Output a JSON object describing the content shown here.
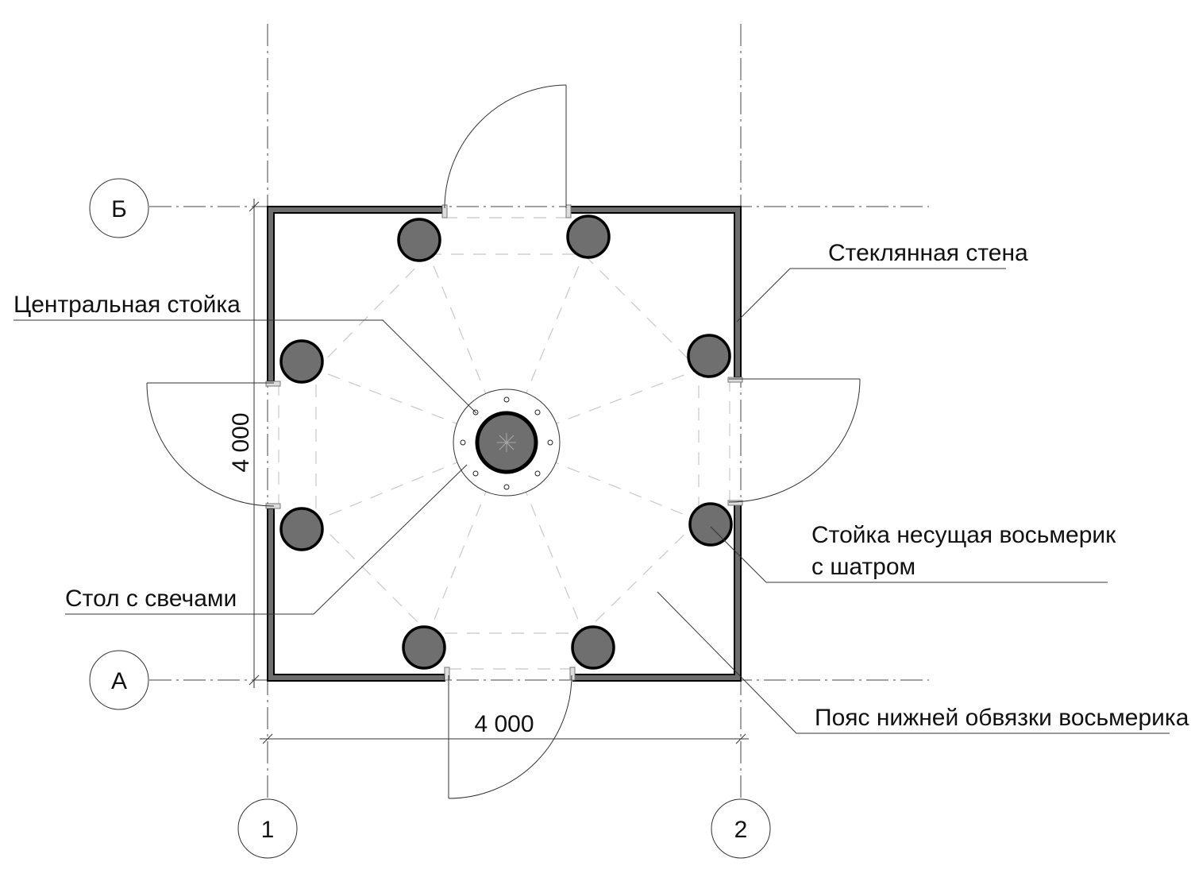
{
  "grid_axes": {
    "rows": [
      "Б",
      "А"
    ],
    "columns": [
      "1",
      "2"
    ]
  },
  "dimensions": {
    "width": "4 000",
    "height": "4 000"
  },
  "labels": {
    "glass_wall": "Стеклянная стена",
    "central_post": "Центральная стойка",
    "candle_table": "Стол с свечами",
    "bearing_post_line1": "Стойка несущая восьмерик",
    "bearing_post_line2": "с шатром",
    "lower_belt": "Пояс нижней обвязки восьмерика"
  },
  "colors": {
    "wall": "#6e6e6e",
    "column": "#6f6f6f",
    "guide": "#c8c8c8"
  }
}
